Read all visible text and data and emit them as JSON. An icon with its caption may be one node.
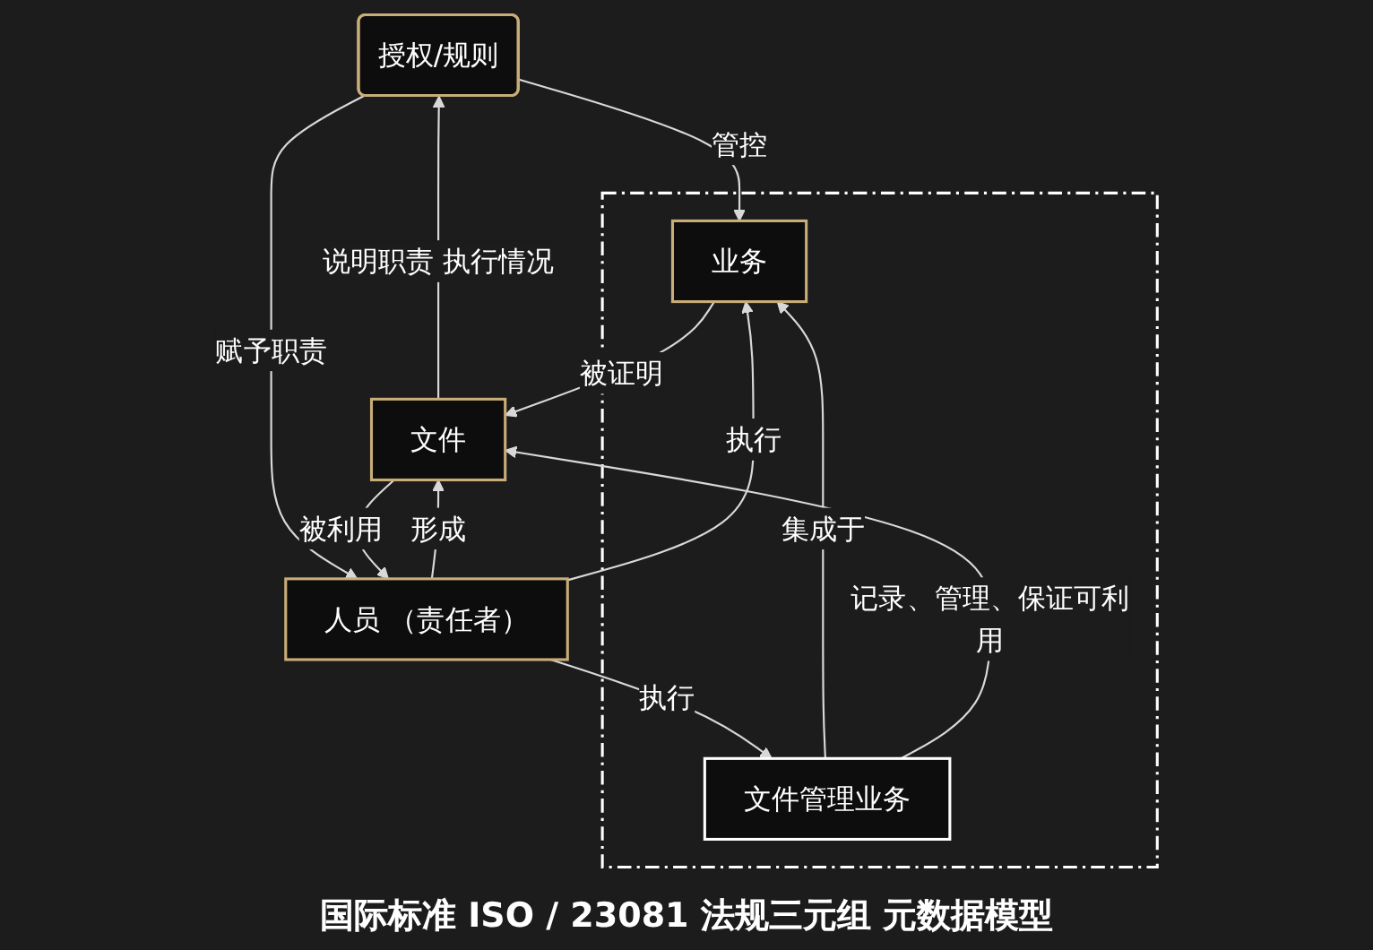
{
  "diagram": {
    "caption": "国际标准 ISO / 23081 法规三元组 元数据模型",
    "nodes": [
      {
        "text": [
          "授权/规则"
        ]
      },
      {
        "text": [],
        "shape": "box"
      },
      {
        "text": [
          "业务"
        ],
        "in": 1
      },
      {
        "text": [
          "文件管理业务"
        ],
        "in": 1
      },
      {
        "text": [
          "人员 （责任者）"
        ]
      },
      {
        "text": [
          "文件"
        ]
      }
    ],
    "edges": [
      {
        "from": 0,
        "to": 2,
        "arrow": "to",
        "label": "管控"
      },
      {
        "from": 3,
        "to": 2,
        "arrow": "to",
        "label": "集成于"
      },
      {
        "from": 0,
        "to": 4,
        "arrow": "to",
        "label": "赋予职责"
      },
      {
        "from": 5,
        "to": 0,
        "arrow": "to",
        "label": "说明职责 执行情况"
      },
      {
        "from": 4,
        "to": 2,
        "arrow": "to",
        "label": "执行"
      },
      {
        "from": 4,
        "to": 3,
        "arrow": "to",
        "label": "执行"
      },
      {
        "from": 2,
        "to": 5,
        "arrow": "to",
        "label": "被证明"
      },
      {
        "from": 3,
        "to": 5,
        "arrow": "to",
        "label": "记录、管理、保证可利用"
      },
      {
        "from": 4,
        "to": 5,
        "arrow": "to",
        "label": "形成"
      },
      {
        "from": 5,
        "to": 4,
        "arrow": "to",
        "label": "被利用"
      }
    ]
  }
}
